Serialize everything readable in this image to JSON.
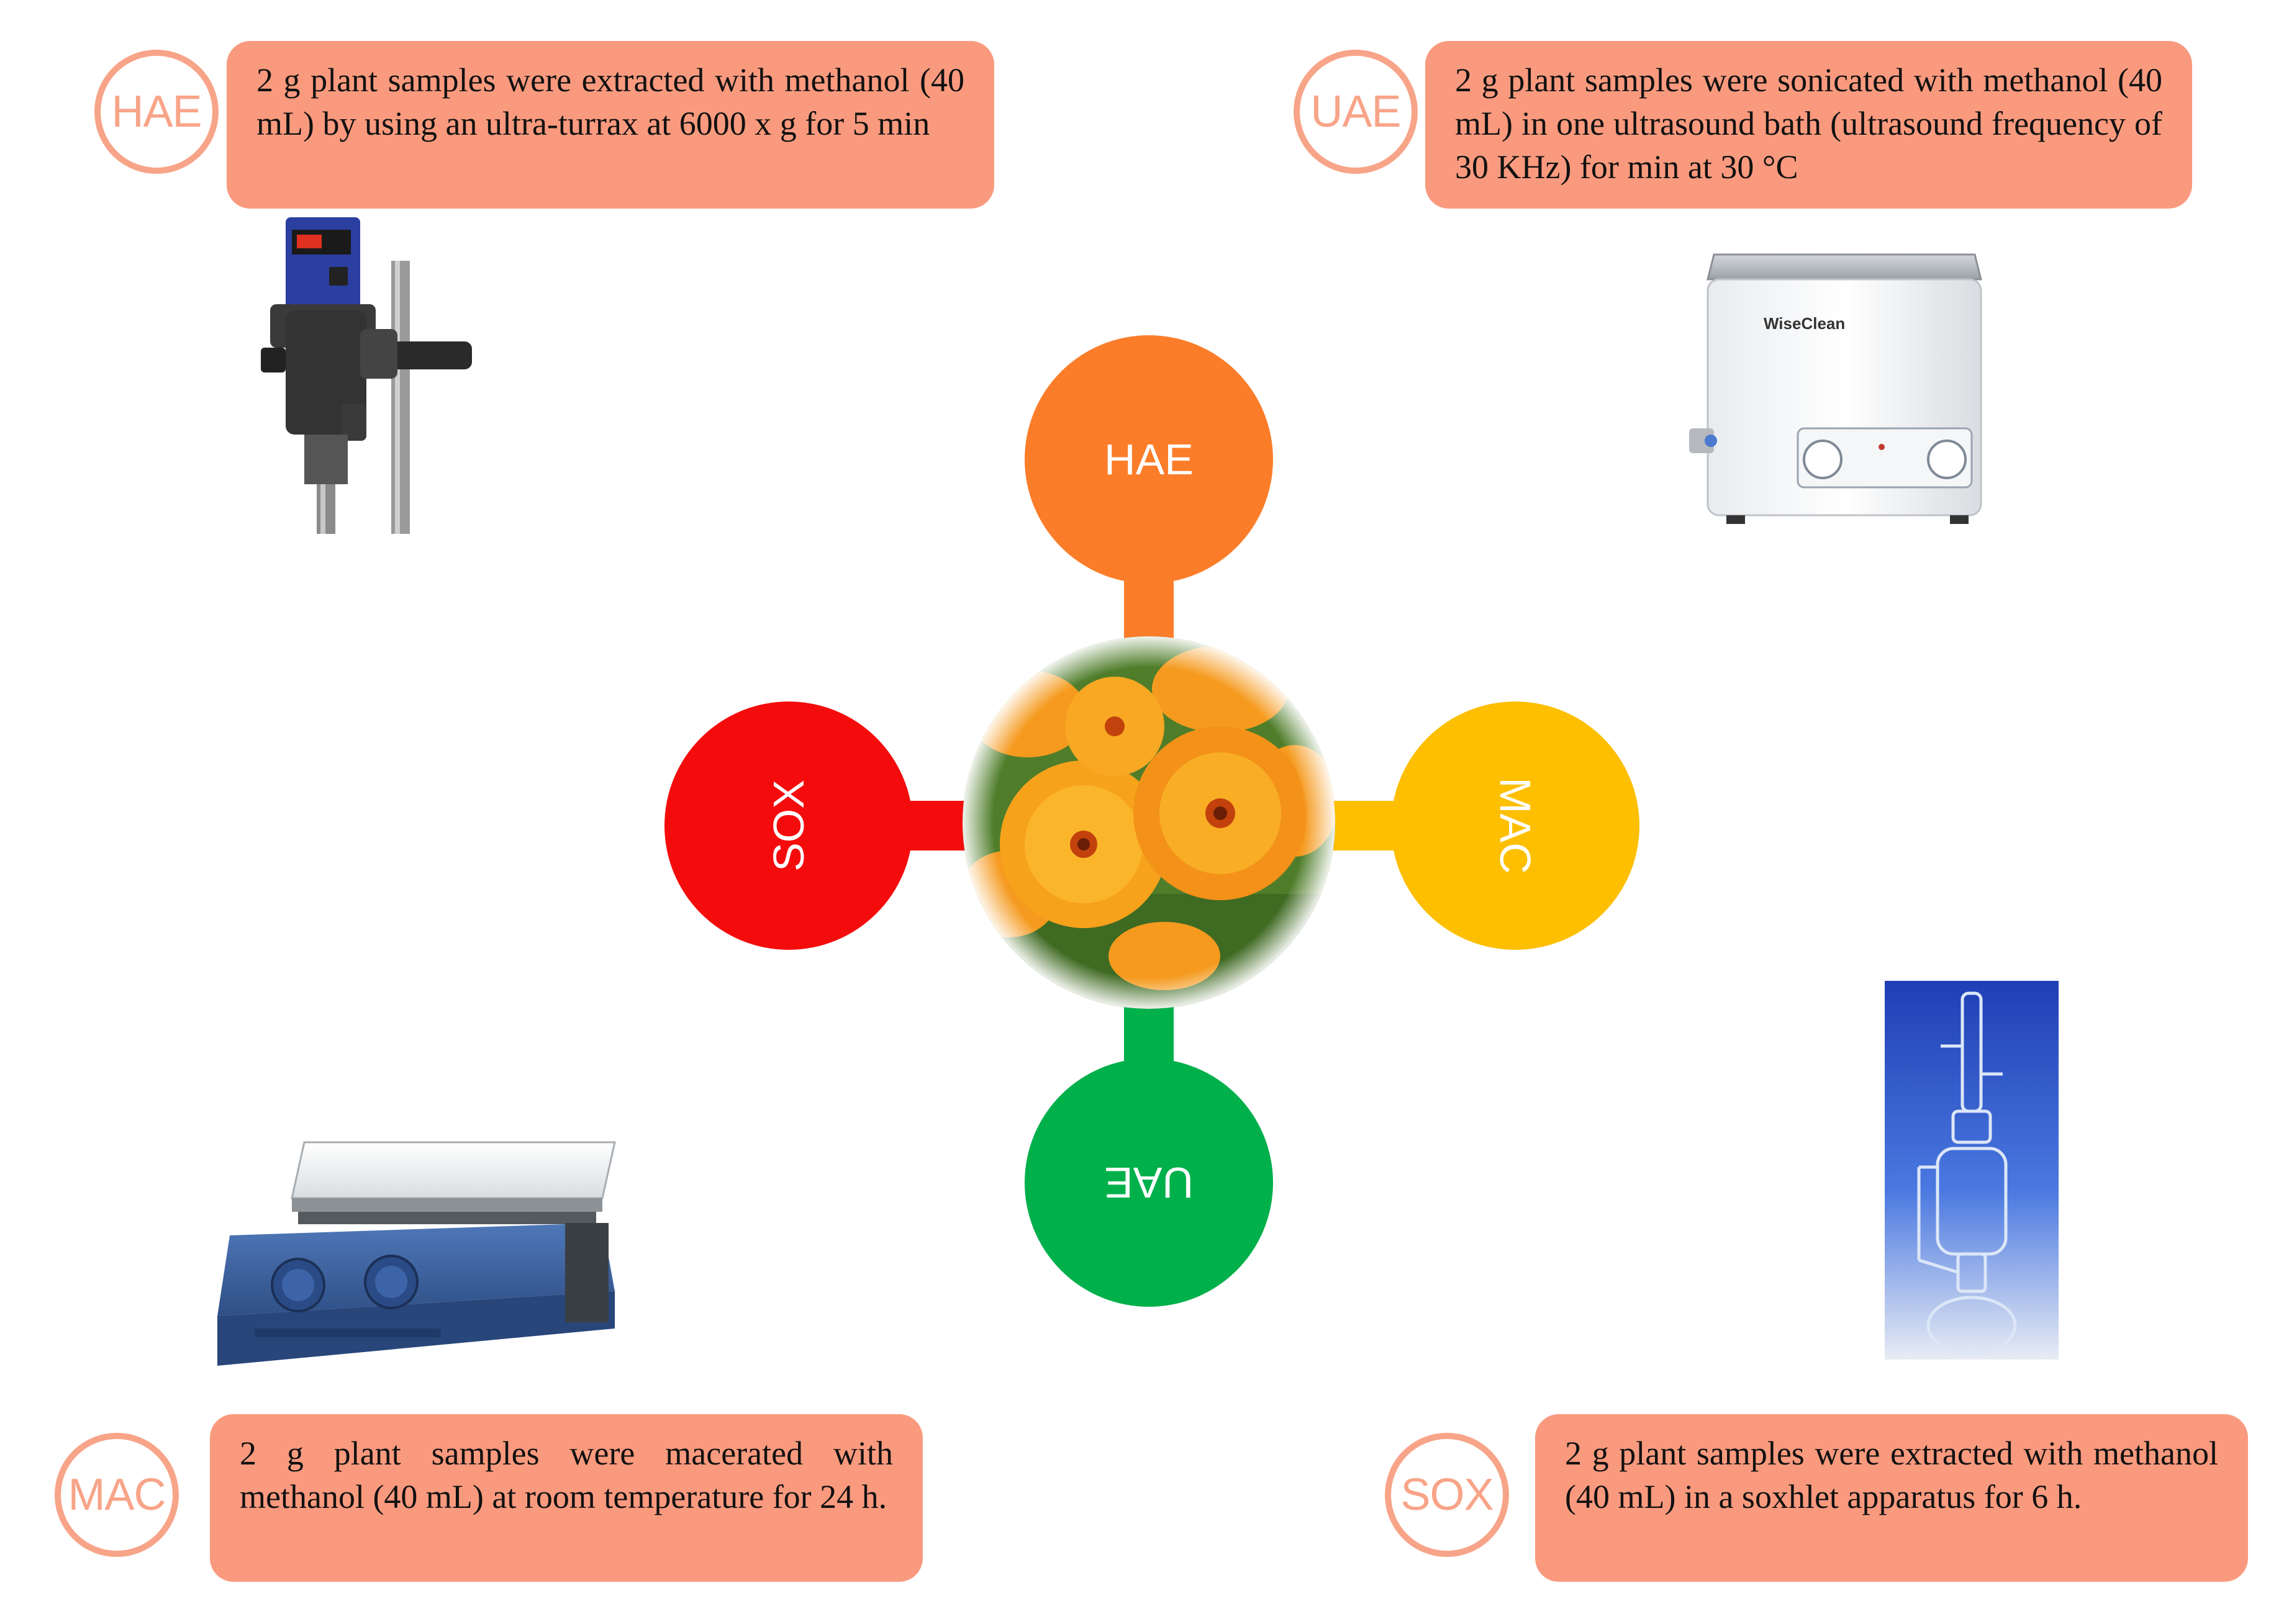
{
  "hub": {
    "top_label": "HAE",
    "bottom_label": "UAE",
    "left_label": "SOX",
    "right_label": "MAC",
    "colors": {
      "HAE": "#fb7d2a",
      "UAE": "#00b04b",
      "SOX": "#f40c0c",
      "MAC": "#fdbf00"
    }
  },
  "methods": [
    {
      "badge": "HAE",
      "description": "2 g plant samples were extracted with methanol (40 mL) by using an ultra-turrax at 6000 x g for 5 min",
      "equipment_icon": "ultra-turrax-homogenizer-icon"
    },
    {
      "badge": "UAE",
      "description": "2 g plant samples were sonicated with methanol (40 mL) in one ultrasound bath (ultrasound frequency of 30 KHz) for min at 30 °C",
      "equipment_icon": "ultrasound-bath-icon",
      "equipment_label": "WiseClean"
    },
    {
      "badge": "MAC",
      "description": "2 g plant samples were macerated with methanol (40 mL) at room temperature for 24 h.",
      "equipment_icon": "hot-plate-stirrer-icon"
    },
    {
      "badge": "SOX",
      "description": "2 g plant samples were extracted with methanol (40 mL) in a soxhlet apparatus for 6 h.",
      "equipment_icon": "soxhlet-apparatus-icon"
    }
  ],
  "colors": {
    "badge_border": "#f8a488",
    "desc_fill": "#f99a7e"
  }
}
